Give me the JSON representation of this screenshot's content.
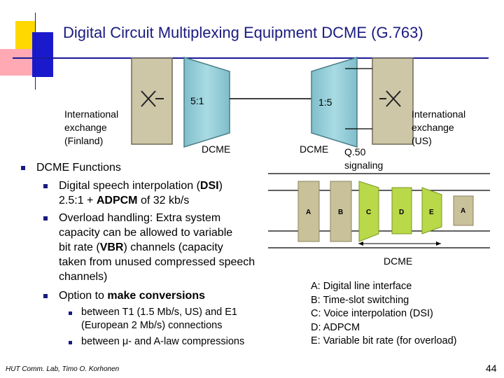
{
  "title": "Digital Circuit Multiplexing Equipment DCME (G.763)",
  "top_diagram": {
    "left_exchange": [
      "International",
      "exchange",
      "(Finland)"
    ],
    "right_exchange": [
      "International",
      "exchange",
      "(US)"
    ],
    "ratio_left": "5:1",
    "ratio_right": "1:5",
    "dcme_left": "DCME",
    "dcme_right": "DCME",
    "signaling": [
      "Q.50",
      "signaling"
    ]
  },
  "functions": {
    "heading": "DCME Functions",
    "items": [
      {
        "line1a": "Digital speech interpolation (",
        "line1b": "DSI",
        "line1c": ")",
        "line2a": "2.5:1 + ",
        "line2b": "ADPCM",
        "line2c": " of 32 kb/s"
      },
      {
        "l1": "Overload handling: Extra system",
        "l2": "capacity can be allowed to variable",
        "l3a": "bit rate (",
        "l3b": "VBR",
        "l3c": ") channels (capacity",
        "l4": "taken from unused compressed speech",
        "l5": "channels)"
      },
      {
        "pre": "Option to ",
        "bold": "make conversions"
      }
    ],
    "sub": [
      [
        "between T1 (1.5 Mb/s, US) and E1",
        "(European 2 Mb/s) connections"
      ],
      [
        "between μ- and A-law compressions"
      ]
    ]
  },
  "block_diagram": {
    "blocks": [
      "A",
      "B",
      "C",
      "D",
      "E",
      "A"
    ],
    "label": "DCME"
  },
  "legend": [
    "A: Digital line interface",
    "B: Time-slot switching",
    "C: Voice interpolation (DSI)",
    "D: ADPCM",
    "E: Variable bit rate (for overload)"
  ],
  "footer": "HUT Comm. Lab, Timo O. Korhonen",
  "page_number": "44",
  "colors": {
    "title": "#1a1a80",
    "dcme_body": "#9ccfd8",
    "switch_body": "#cdc7a8",
    "block_a_b": "#c9c19a",
    "block_c_d_e": "#b9d84a"
  }
}
